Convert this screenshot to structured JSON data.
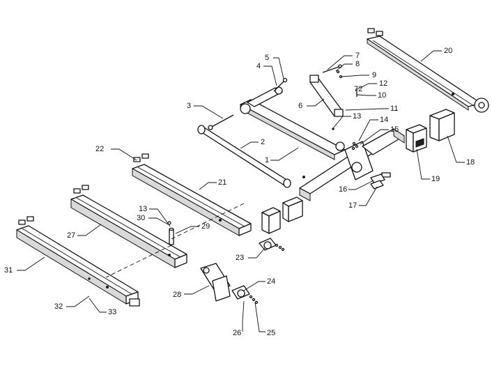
{
  "callouts": {
    "c1": "1",
    "c2": "2",
    "c3": "3",
    "c4": "4",
    "c5": "5",
    "c6": "6",
    "c7": "7",
    "c8": "8",
    "c9": "9",
    "c10": "10",
    "c11": "11",
    "c12": "12",
    "c13a": "13",
    "c13b": "13",
    "c14": "14",
    "c15": "15",
    "c16": "16",
    "c17": "17",
    "c18": "18",
    "c19": "19",
    "c20": "20",
    "c21": "21",
    "c22": "22",
    "c23": "23",
    "c24": "24",
    "c25": "25",
    "c26": "26",
    "c27": "27",
    "c28": "28",
    "c29": "29",
    "c30": "30",
    "c31": "31",
    "c32": "32",
    "c33": "33",
    "c72": "72"
  }
}
